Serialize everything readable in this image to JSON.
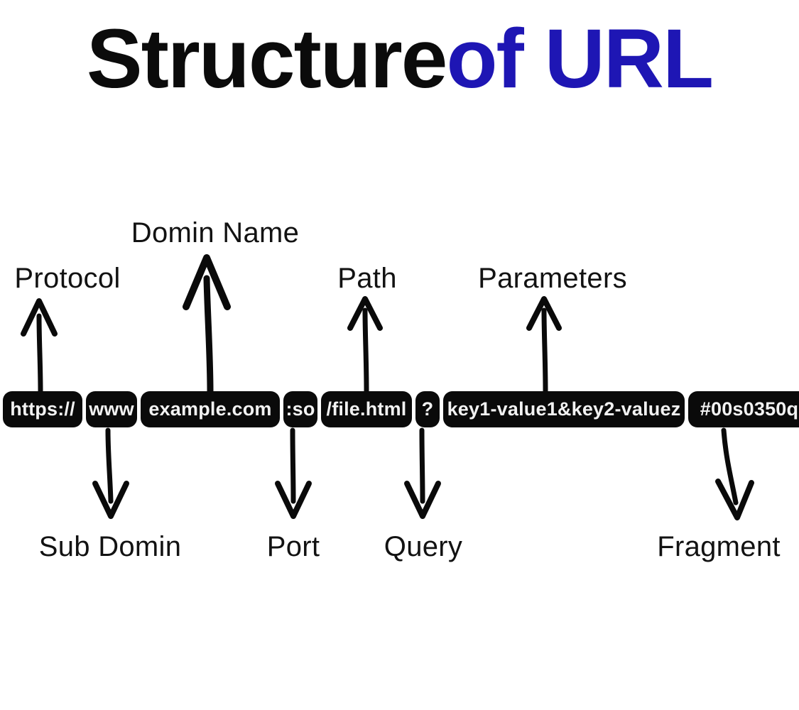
{
  "page": {
    "background_color": "#ffffff",
    "title_black": "Structure",
    "title_blue": "of URL",
    "accent_color": "#1e16b4",
    "ink_color": "#0a0a0a"
  },
  "url_bar": {
    "segments": [
      {
        "key": "protocol",
        "text": "https://",
        "label_top": "Protocol",
        "label_bottom": ""
      },
      {
        "key": "subdomain",
        "text": "www",
        "label_top": "",
        "label_bottom": "Sub Domin"
      },
      {
        "key": "domain",
        "text": "example.com",
        "label_top": "Domin Name",
        "label_bottom": ""
      },
      {
        "key": "port",
        "text": ":so",
        "label_top": "",
        "label_bottom": "Port"
      },
      {
        "key": "path",
        "text": "/file.html",
        "label_top": "Path",
        "label_bottom": ""
      },
      {
        "key": "query",
        "text": "?",
        "label_top": "",
        "label_bottom": "Query"
      },
      {
        "key": "parameters",
        "text": "key1-value1&key2-valuez",
        "label_top": "Parameters",
        "label_bottom": ""
      },
      {
        "key": "fragment",
        "text": "#00s0350q",
        "label_top": "",
        "label_bottom": "Fragment"
      }
    ]
  },
  "labels_top": [
    {
      "name": "protocol",
      "text": "Protocol"
    },
    {
      "name": "domain",
      "text": "Domin Name"
    },
    {
      "name": "path",
      "text": "Path"
    },
    {
      "name": "parameters",
      "text": "Parameters"
    }
  ],
  "labels_bottom": [
    {
      "name": "subdomain",
      "text": "Sub Domin"
    },
    {
      "name": "port",
      "text": "Port"
    },
    {
      "name": "query",
      "text": "Query"
    },
    {
      "name": "fragment",
      "text": "Fragment"
    }
  ]
}
